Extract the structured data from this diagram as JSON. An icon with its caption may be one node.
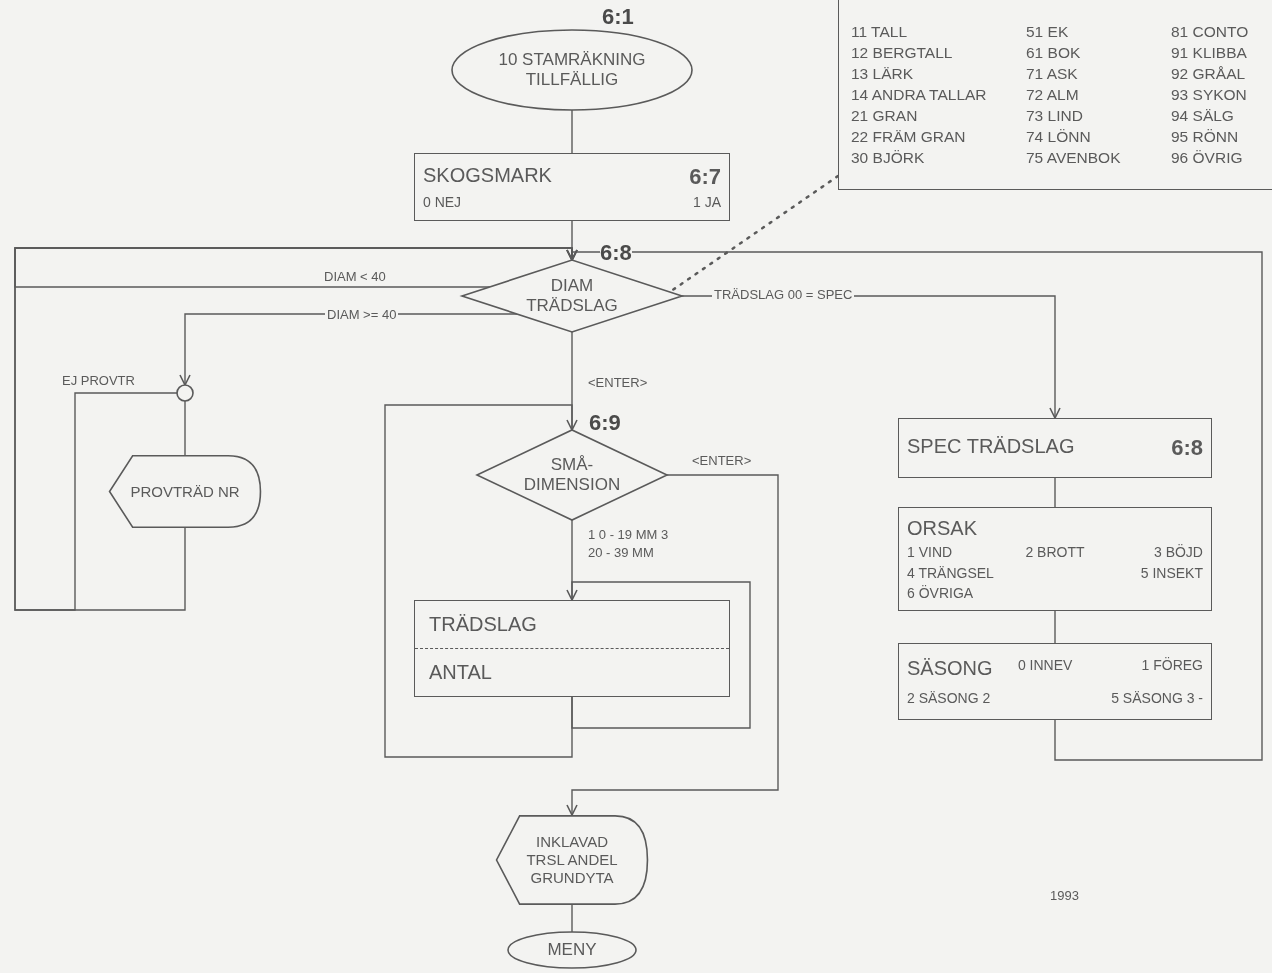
{
  "diagram": {
    "nodes": [
      {
        "text": [
          "10 STAMRÄKNING TILLFÄLLIG"
        ],
        "beside": [
          "6:1"
        ]
      },
      {
        "text": [
          "SKOGSMARK",
          "6:7",
          "0 NEJ",
          "1 JA"
        ]
      },
      {
        "text": [
          "DIAM TRÄDSLAG"
        ],
        "beside": [
          "6:8"
        ]
      },
      {
        "text": [],
        "shape": "circle"
      },
      {
        "text": [
          "PROVTRÄD NR"
        ]
      },
      {
        "text": [
          "SMÅ-DIMENSION"
        ],
        "beside": [
          "6:9"
        ]
      },
      {
        "text": [
          "TRÄDSLAG",
          "ANTAL"
        ]
      },
      {
        "text": [
          "SPEC TRÄDSLAG",
          "6:8"
        ]
      },
      {
        "text": [
          "ORSAK",
          "1 VIND",
          "2 BROTT",
          "3 BÖJD",
          "4 TRÄNGSEL",
          "5 INSEKT",
          "6 ÖVRIGA"
        ]
      },
      {
        "text": [
          "SÄSONG",
          "0 INNEV",
          "1 FÖREG",
          "2 SÄSONG 2",
          "5 SÄSONG 3 -"
        ]
      },
      {
        "text": [
          "INKLAVAD TRSL ANDEL GRUNDYTA"
        ]
      },
      {
        "text": [
          "MENY"
        ]
      },
      {
        "text": [
          "11 TALL",
          "51 EK",
          "81 CONTO",
          "12 BERGTALL",
          "61 BOK",
          "91 KLIBBA",
          "13 LÄRK",
          "71 ASK",
          "92 GRÅAL",
          "14 ANDRA TALLAR",
          "72 ALM",
          "93 SYKON",
          "21 GRAN",
          "73 LIND",
          "94 SÄLG",
          "22 FRÄM GRAN",
          "74 LÖNN",
          "95 RÖNN",
          "30 BJÖRK",
          "75 AVENBOK",
          "96 ÖVRIG"
        ]
      }
    ],
    "edges": [
      {
        "from": 0,
        "to": 1,
        "arrow": "none"
      },
      {
        "from": 1,
        "to": 2,
        "arrow": "none"
      },
      {
        "from": 2,
        "to": 2,
        "arrow": "to",
        "label": "DIAM < 40"
      },
      {
        "from": 2,
        "to": 3,
        "arrow": "to",
        "label": "DIAM >= 40"
      },
      {
        "from": 3,
        "to": 4,
        "arrow": "none"
      },
      {
        "from": 3,
        "to": 2,
        "arrow": "to",
        "label": "EJ PROVTR"
      },
      {
        "from": 4,
        "to": 2,
        "arrow": "to"
      },
      {
        "from": 2,
        "to": 7,
        "arrow": "to",
        "label": "TRÄDSLAG 00 = SPEC"
      },
      {
        "from": 7,
        "to": 8,
        "arrow": "none"
      },
      {
        "from": 8,
        "to": 9,
        "arrow": "none"
      },
      {
        "from": 9,
        "to": 2,
        "arrow": "to"
      },
      {
        "from": 2,
        "to": 5,
        "arrow": "none",
        "label": "<ENTER>"
      },
      {
        "from": 5,
        "to": 6,
        "arrow": "none",
        "label": "1 0 - 19 MM 3 20 - 39 MM"
      },
      {
        "from": 6,
        "to": 6,
        "arrow": "to"
      },
      {
        "from": 6,
        "to": 5,
        "arrow": "to"
      },
      {
        "from": 5,
        "to": 10,
        "arrow": "to",
        "label": "<ENTER>"
      },
      {
        "from": 10,
        "to": 11,
        "arrow": "none"
      },
      {
        "from": 12,
        "to": 2,
        "arrow": "none",
        "style": "dashed"
      }
    ],
    "labels": [
      "1993"
    ]
  }
}
